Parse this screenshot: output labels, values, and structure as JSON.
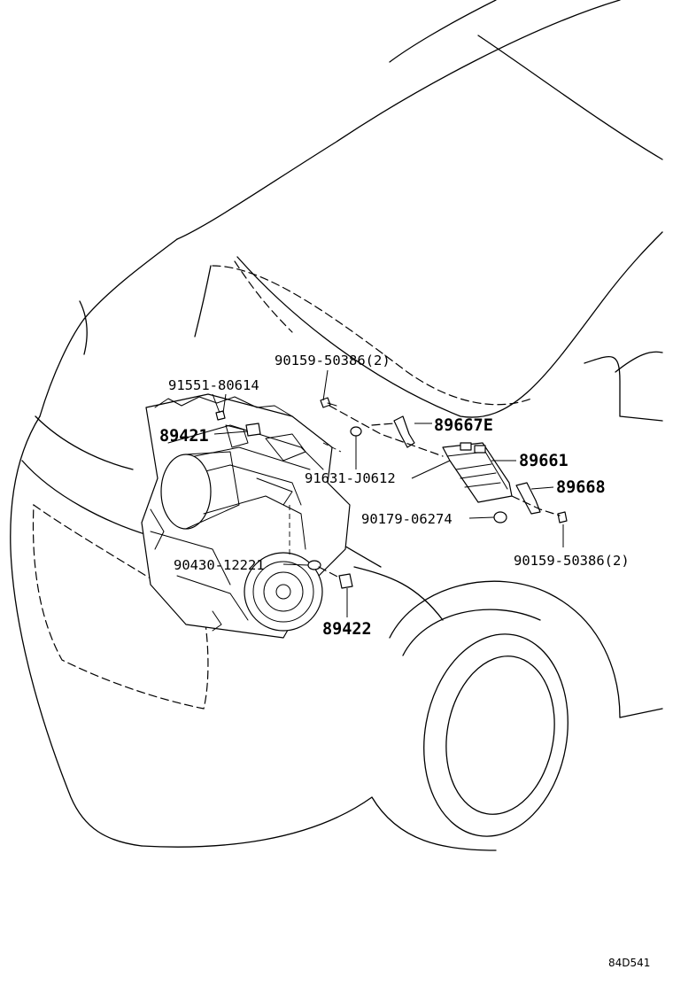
{
  "diagram": {
    "labels": {
      "p_90159_50386_top": "90159-50386(2)",
      "p_91551_80614": "91551-80614",
      "p_89667E": "89667E",
      "p_89421": "89421",
      "p_89661": "89661",
      "p_91631_J0612": "91631-J0612",
      "p_89668": "89668",
      "p_90179_06274": "90179-06274",
      "p_90159_50386_right": "90159-50386(2)",
      "p_90430_12221": "90430-12221",
      "p_89422": "89422"
    },
    "reference_code": "84D541"
  }
}
